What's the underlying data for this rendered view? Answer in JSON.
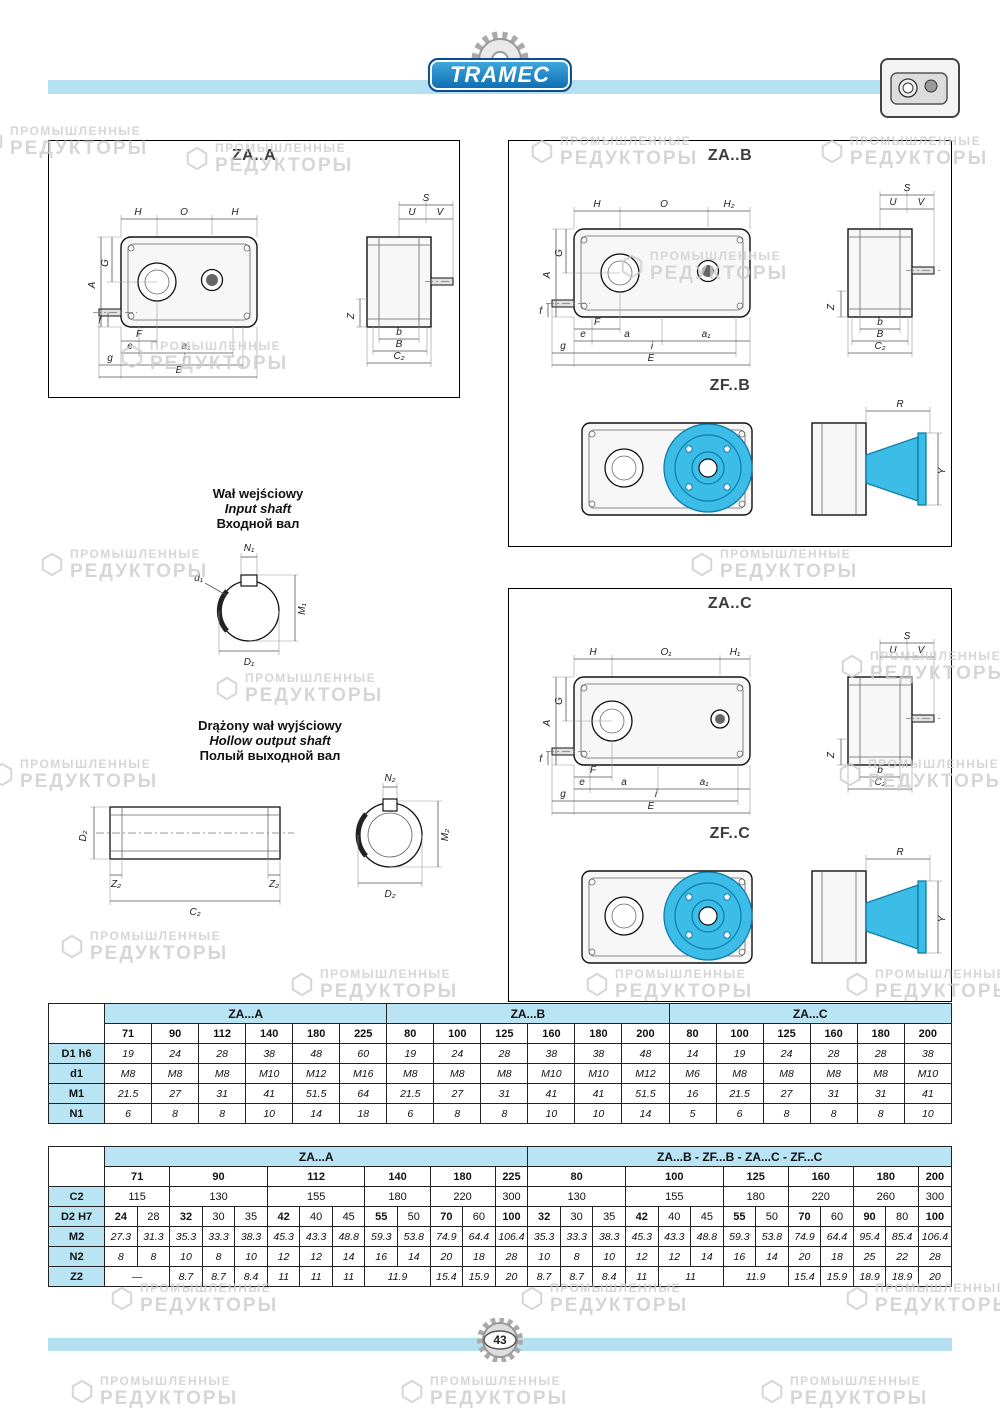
{
  "page": {
    "brand": "TRAMEC"
  },
  "footer": {
    "page_number": "43"
  },
  "watermark": {
    "line1": "ПРОМЫШЛЕННЫЕ",
    "line2": "РЕДУКТОРЫ"
  },
  "drawings": {
    "za_a": {
      "title": "ZA..A",
      "front": [
        "H",
        "O",
        "H",
        "A",
        "G",
        "f",
        "F",
        "e",
        "a₁",
        "g",
        "i",
        "E"
      ],
      "side": [
        "S",
        "U",
        "V",
        "Z",
        "b",
        "B",
        "C₂"
      ]
    },
    "za_b": {
      "title": "ZA..B",
      "front": [
        "H",
        "O",
        "H₂",
        "A",
        "G",
        "f",
        "F",
        "e",
        "a",
        "a₁",
        "g",
        "i",
        "E"
      ],
      "side": [
        "S",
        "U",
        "V",
        "Z",
        "b",
        "B",
        "C₂"
      ]
    },
    "zf_b": {
      "title": "ZF..B",
      "side": [
        "R",
        "Y"
      ]
    },
    "za_c": {
      "title": "ZA..C",
      "front": [
        "H",
        "O₁",
        "H₁",
        "A",
        "G",
        "f",
        "F",
        "e",
        "a",
        "a₁",
        "g",
        "i",
        "E"
      ],
      "side": [
        "S",
        "U",
        "V",
        "Z",
        "b",
        "C₂"
      ]
    },
    "zf_c": {
      "title": "ZF..C",
      "side": [
        "R",
        "Y"
      ]
    },
    "input_shaft": {
      "title_pl": "Wał wejściowy",
      "title_en": "Input shaft",
      "title_ru": "Входной вал",
      "labels": [
        "N₁",
        "d₁",
        "M₁",
        "D₁"
      ]
    },
    "output_shaft": {
      "title_pl": "Drążony wał wyjściowy",
      "title_en": "Hollow output shaft",
      "title_ru": "Полый выходной вал",
      "labels": [
        "D₂",
        "Z₂",
        "Z₂",
        "C₂",
        "N₂",
        "M₂",
        "D₂"
      ]
    }
  },
  "table1": {
    "groups": [
      {
        "label": "ZA...A",
        "span": 6
      },
      {
        "label": "ZA...B",
        "span": 6
      },
      {
        "label": "ZA...C",
        "span": 6
      }
    ],
    "sizes": [
      "71",
      "90",
      "112",
      "140",
      "180",
      "225",
      "80",
      "100",
      "125",
      "160",
      "180",
      "200",
      "80",
      "100",
      "125",
      "160",
      "180",
      "200"
    ],
    "rows": [
      {
        "label": "D1 h6",
        "values": [
          "19",
          "24",
          "28",
          "38",
          "48",
          "60",
          "19",
          "24",
          "28",
          "38",
          "38",
          "48",
          "14",
          "19",
          "24",
          "28",
          "28",
          "38"
        ]
      },
      {
        "label": "d1",
        "values": [
          "M8",
          "M8",
          "M8",
          "M10",
          "M12",
          "M16",
          "M8",
          "M8",
          "M8",
          "M10",
          "M10",
          "M12",
          "M6",
          "M8",
          "M8",
          "M8",
          "M8",
          "M10"
        ]
      },
      {
        "label": "M1",
        "values": [
          "21.5",
          "27",
          "31",
          "41",
          "51.5",
          "64",
          "21.5",
          "27",
          "31",
          "41",
          "41",
          "51.5",
          "16",
          "21.5",
          "27",
          "31",
          "31",
          "41"
        ]
      },
      {
        "label": "N1",
        "values": [
          "6",
          "8",
          "8",
          "10",
          "14",
          "18",
          "6",
          "8",
          "8",
          "10",
          "10",
          "14",
          "5",
          "6",
          "8",
          "8",
          "8",
          "10"
        ]
      }
    ]
  },
  "table2": {
    "groups": [
      {
        "label": "ZA...A",
        "span": 13
      },
      {
        "label": "ZA...B - ZF...B - ZA...C - ZF...C",
        "span": 13
      }
    ],
    "sizes": [
      {
        "label": "71",
        "span": 2
      },
      {
        "label": "90",
        "span": 3
      },
      {
        "label": "112",
        "span": 3
      },
      {
        "label": "140",
        "span": 2
      },
      {
        "label": "180",
        "span": 2
      },
      {
        "label": "225",
        "span": 1
      },
      {
        "label": "80",
        "span": 3
      },
      {
        "label": "100",
        "span": 3
      },
      {
        "label": "125",
        "span": 2
      },
      {
        "label": "160",
        "span": 2
      },
      {
        "label": "180",
        "span": 2
      },
      {
        "label": "200",
        "span": 1
      }
    ],
    "c2_row": {
      "label": "C2",
      "cells": [
        {
          "v": "115",
          "span": 2
        },
        {
          "v": "130",
          "span": 3
        },
        {
          "v": "155",
          "span": 3
        },
        {
          "v": "180",
          "span": 2
        },
        {
          "v": "220",
          "span": 2
        },
        {
          "v": "300",
          "span": 1
        },
        {
          "v": "130",
          "span": 3
        },
        {
          "v": "155",
          "span": 3
        },
        {
          "v": "180",
          "span": 2
        },
        {
          "v": "220",
          "span": 2
        },
        {
          "v": "260",
          "span": 2
        },
        {
          "v": "300",
          "span": 1
        }
      ]
    },
    "d2_row": {
      "label": "D2 H7",
      "cells": [
        {
          "v": "24",
          "bold": true
        },
        {
          "v": "28"
        },
        {
          "v": "32",
          "bold": true
        },
        {
          "v": "30"
        },
        {
          "v": "35"
        },
        {
          "v": "42",
          "bold": true
        },
        {
          "v": "40"
        },
        {
          "v": "45"
        },
        {
          "v": "55",
          "bold": true
        },
        {
          "v": "50"
        },
        {
          "v": "70",
          "bold": true
        },
        {
          "v": "60"
        },
        {
          "v": "100",
          "bold": true
        },
        {
          "v": "32",
          "bold": true
        },
        {
          "v": "30"
        },
        {
          "v": "35"
        },
        {
          "v": "42",
          "bold": true
        },
        {
          "v": "40"
        },
        {
          "v": "45"
        },
        {
          "v": "55",
          "bold": true
        },
        {
          "v": "50"
        },
        {
          "v": "70",
          "bold": true
        },
        {
          "v": "60"
        },
        {
          "v": "90",
          "bold": true
        },
        {
          "v": "80"
        },
        {
          "v": "100",
          "bold": true
        }
      ]
    },
    "m2_row": {
      "label": "M2",
      "cells": [
        {
          "v": "27.3"
        },
        {
          "v": "31.3"
        },
        {
          "v": "35.3"
        },
        {
          "v": "33.3"
        },
        {
          "v": "38.3"
        },
        {
          "v": "45.3"
        },
        {
          "v": "43.3"
        },
        {
          "v": "48.8"
        },
        {
          "v": "59.3"
        },
        {
          "v": "53.8"
        },
        {
          "v": "74.9"
        },
        {
          "v": "64.4"
        },
        {
          "v": "106.4"
        },
        {
          "v": "35.3"
        },
        {
          "v": "33.3"
        },
        {
          "v": "38.3"
        },
        {
          "v": "45.3"
        },
        {
          "v": "43.3"
        },
        {
          "v": "48.8"
        },
        {
          "v": "59.3"
        },
        {
          "v": "53.8"
        },
        {
          "v": "74.9"
        },
        {
          "v": "64.4"
        },
        {
          "v": "95.4"
        },
        {
          "v": "85.4"
        },
        {
          "v": "106.4"
        }
      ]
    },
    "n2_row": {
      "label": "N2",
      "cells": [
        {
          "v": "8"
        },
        {
          "v": "8"
        },
        {
          "v": "10"
        },
        {
          "v": "8"
        },
        {
          "v": "10"
        },
        {
          "v": "12"
        },
        {
          "v": "12"
        },
        {
          "v": "14"
        },
        {
          "v": "16"
        },
        {
          "v": "14"
        },
        {
          "v": "20"
        },
        {
          "v": "18"
        },
        {
          "v": "28"
        },
        {
          "v": "10"
        },
        {
          "v": "8"
        },
        {
          "v": "10"
        },
        {
          "v": "12"
        },
        {
          "v": "12"
        },
        {
          "v": "14"
        },
        {
          "v": "16"
        },
        {
          "v": "14"
        },
        {
          "v": "20"
        },
        {
          "v": "18"
        },
        {
          "v": "25"
        },
        {
          "v": "22"
        },
        {
          "v": "28"
        }
      ]
    },
    "z2_row": {
      "label": "Z2",
      "cells": [
        {
          "v": "—",
          "span": 2
        },
        {
          "v": "8.7"
        },
        {
          "v": "8.7"
        },
        {
          "v": "8.4"
        },
        {
          "v": "11"
        },
        {
          "v": "11"
        },
        {
          "v": "11"
        },
        {
          "v": "11.9",
          "span": 2
        },
        {
          "v": "15.4"
        },
        {
          "v": "15.9"
        },
        {
          "v": "20"
        },
        {
          "v": "8.7"
        },
        {
          "v": "8.7"
        },
        {
          "v": "8.4"
        },
        {
          "v": "11"
        },
        {
          "v": "11",
          "span": 2
        },
        {
          "v": "11.9",
          "span": 2
        },
        {
          "v": "15.4"
        },
        {
          "v": "15.9"
        },
        {
          "v": "18.9"
        },
        {
          "v": "18.9"
        },
        {
          "v": "20"
        }
      ]
    }
  }
}
